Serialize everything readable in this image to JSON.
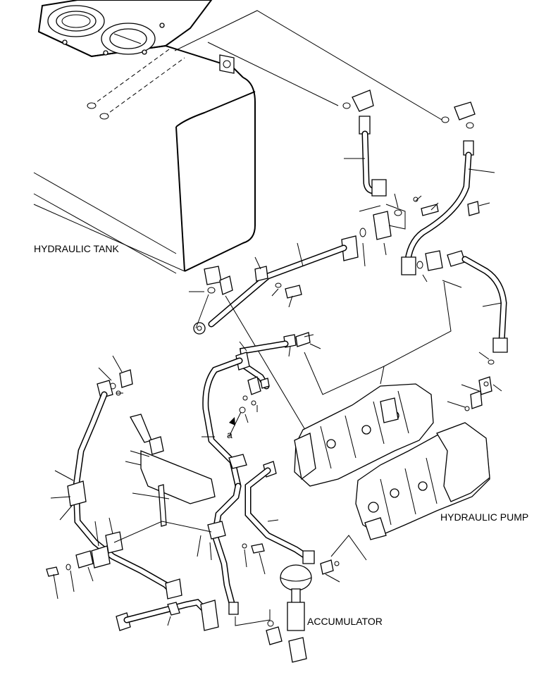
{
  "labels": {
    "hydraulic_tank": "HYDRAULIC TANK",
    "hydraulic_pump": "HYDRAULIC PUMP",
    "accumulator": "ACCUMULATOR",
    "view_a": "a"
  }
}
